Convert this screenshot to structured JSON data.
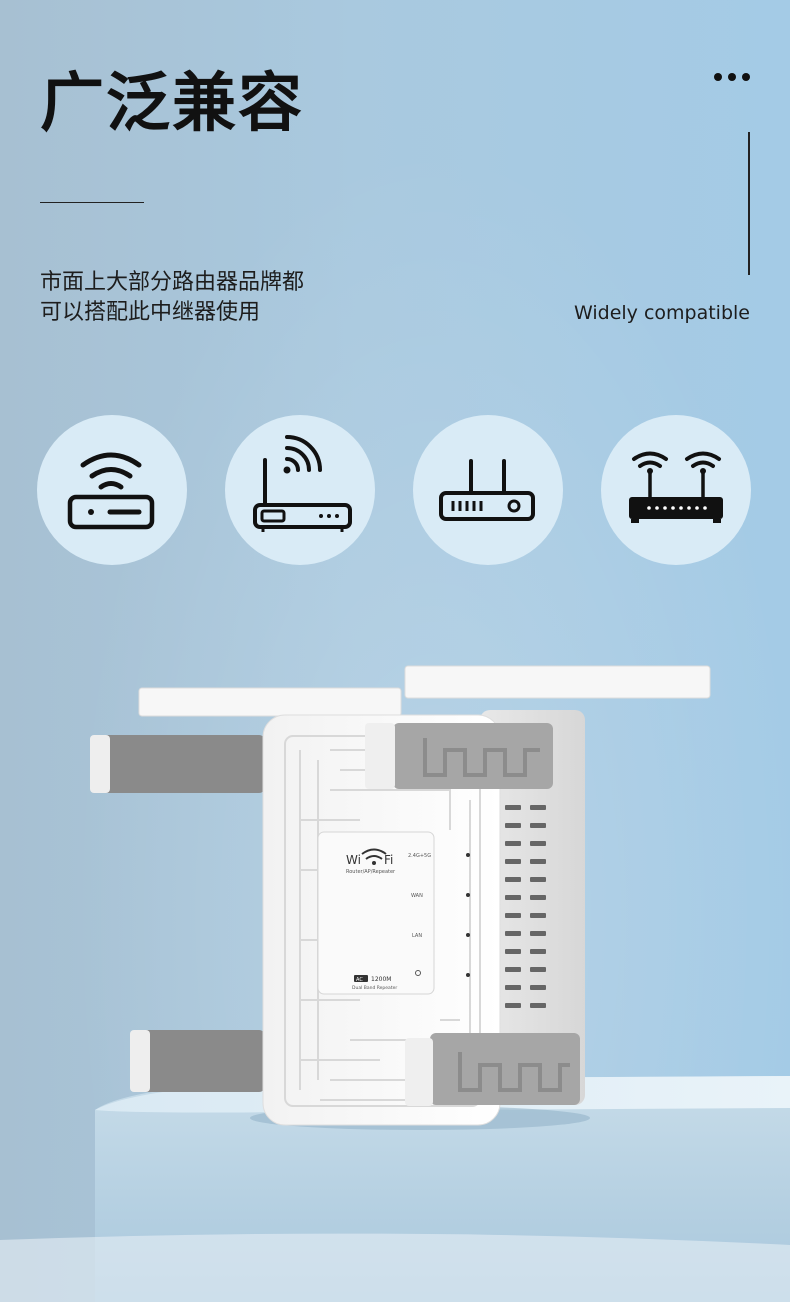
{
  "header": {
    "title": "广泛兼容",
    "subtitle_en": "Widely compatible"
  },
  "description": {
    "line1": "市面上大部分路由器品牌都",
    "line2": "可以搭配此中继器使用"
  },
  "icons": [
    {
      "name": "wifi-router-icon"
    },
    {
      "name": "antenna-router-icon"
    },
    {
      "name": "dual-antenna-router-icon"
    },
    {
      "name": "dual-wifi-router-icon"
    }
  ],
  "device": {
    "brand_left": "Wi",
    "brand_right": "Fi",
    "mode_label": "Router/AP/Repeater",
    "band_label": "2.4G+5G",
    "wan_label": "WAN",
    "lan_label": "LAN",
    "ac_badge": "AC",
    "speed_label": "1200M",
    "product_label": "Dual Band Repeater"
  },
  "colors": {
    "background": "#a9c9df",
    "icon_circle": "#d9ebf6",
    "text": "#111111"
  }
}
